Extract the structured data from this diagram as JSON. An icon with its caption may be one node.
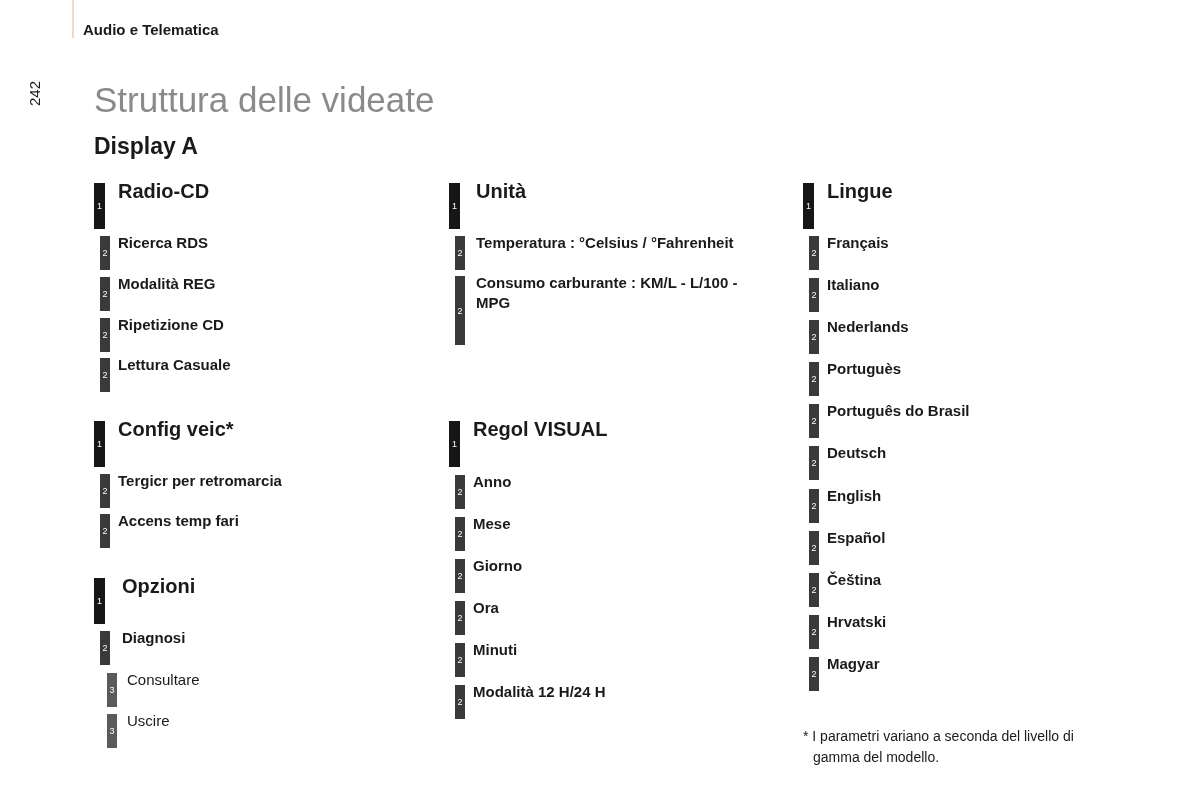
{
  "diagram": {
    "title": "Struttura delle videate",
    "nodes": [
      {
        "text": [
          "1"
        ],
        "beside": [
          "Radio-CD"
        ]
      },
      {
        "text": [
          "2"
        ],
        "beside": [
          "Ricerca RDS"
        ]
      },
      {
        "text": [
          "2"
        ],
        "beside": [
          "Modalità REG"
        ]
      },
      {
        "text": [
          "2"
        ],
        "beside": [
          "Ripetizione CD"
        ]
      },
      {
        "text": [
          "2"
        ],
        "beside": [
          "Lettura Casuale"
        ]
      },
      {
        "text": [
          "1"
        ],
        "beside": [
          "Config veic*"
        ]
      },
      {
        "text": [
          "2"
        ],
        "beside": [
          "Tergicr per retromarcia"
        ]
      },
      {
        "text": [
          "2"
        ],
        "beside": [
          "Accens temp fari"
        ]
      },
      {
        "text": [
          "1"
        ],
        "beside": [
          "Opzioni"
        ]
      },
      {
        "text": [
          "2"
        ],
        "beside": [
          "Diagnosi"
        ]
      },
      {
        "text": [
          "3"
        ],
        "beside": [
          "Consultare"
        ]
      },
      {
        "text": [
          "3"
        ],
        "beside": [
          "Uscire"
        ]
      },
      {
        "text": [
          "1"
        ],
        "beside": [
          "Unità"
        ]
      },
      {
        "text": [
          "2"
        ],
        "beside": [
          "Temperatura : °Celsius / °Fahrenheit"
        ]
      },
      {
        "text": [
          "2"
        ],
        "beside": [
          "Consumo carburante : KM/L - L/100 - MPG"
        ]
      },
      {
        "text": [
          "1"
        ],
        "beside": [
          "Regol VISUAL"
        ]
      },
      {
        "text": [
          "2"
        ],
        "beside": [
          "Anno"
        ]
      },
      {
        "text": [
          "2"
        ],
        "beside": [
          "Mese"
        ]
      },
      {
        "text": [
          "2"
        ],
        "beside": [
          "Giorno"
        ]
      },
      {
        "text": [
          "2"
        ],
        "beside": [
          "Ora"
        ]
      },
      {
        "text": [
          "2"
        ],
        "beside": [
          "Minuti"
        ]
      },
      {
        "text": [
          "2"
        ],
        "beside": [
          "Modalità 12 H/24 H"
        ]
      },
      {
        "text": [
          "1"
        ],
        "beside": [
          "Lingue"
        ]
      },
      {
        "text": [
          "2"
        ],
        "beside": [
          "Français"
        ]
      },
      {
        "text": [
          "2"
        ],
        "beside": [
          "Italiano"
        ]
      },
      {
        "text": [
          "2"
        ],
        "beside": [
          "Nederlands"
        ]
      },
      {
        "text": [
          "2"
        ],
        "beside": [
          "Portuguès"
        ]
      },
      {
        "text": [
          "2"
        ],
        "beside": [
          "Português do Brasil"
        ]
      },
      {
        "text": [
          "2"
        ],
        "beside": [
          "Deutsch"
        ]
      },
      {
        "text": [
          "2"
        ],
        "beside": [
          "English"
        ]
      },
      {
        "text": [
          "2"
        ],
        "beside": [
          "Español"
        ]
      },
      {
        "text": [
          "2"
        ],
        "beside": [
          "Čeština"
        ]
      },
      {
        "text": [
          "2"
        ],
        "beside": [
          "Hrvatski"
        ]
      },
      {
        "text": [
          "2"
        ],
        "beside": [
          "Magyar"
        ]
      }
    ],
    "labels": [
      "Audio e Telematica",
      "242",
      "Display A",
      "* I parametri variano a seconda del livello di gamma del modello."
    ]
  }
}
